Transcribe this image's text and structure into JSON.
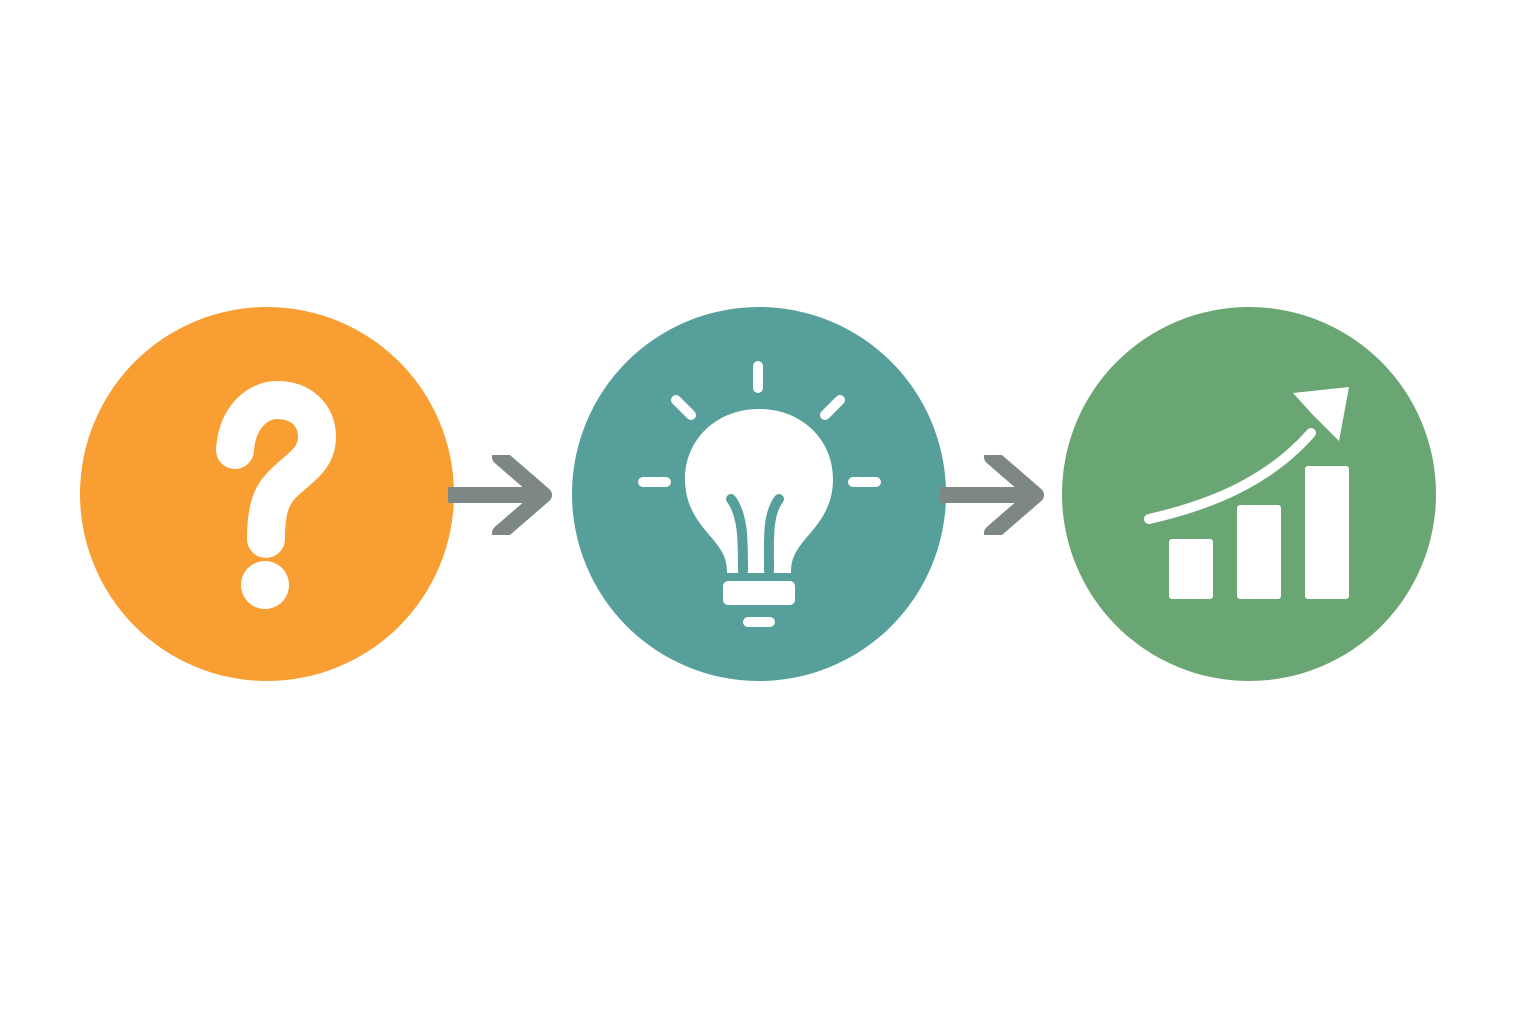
{
  "steps": [
    {
      "id": "question",
      "icon": "question-mark-icon",
      "color": "#F89E32"
    },
    {
      "id": "idea",
      "icon": "lightbulb-icon",
      "color": "#569F9B"
    },
    {
      "id": "growth",
      "icon": "growth-chart-icon",
      "color": "#6AA673"
    }
  ],
  "connectors": [
    {
      "icon": "arrow-right-icon",
      "color": "#7D8783"
    },
    {
      "icon": "arrow-right-icon",
      "color": "#7D8783"
    }
  ],
  "icon_color": "#FFFFFF"
}
